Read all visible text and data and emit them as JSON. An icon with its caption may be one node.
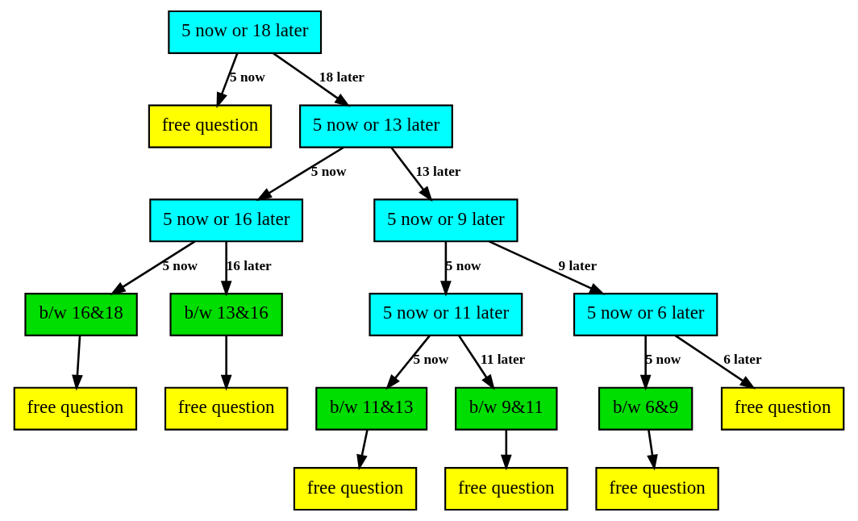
{
  "diagram": {
    "nodes": [
      {
        "text": [
          "5 now or 18 later"
        ]
      },
      {
        "text": [
          "free question"
        ]
      },
      {
        "text": [
          "free question"
        ]
      },
      {
        "text": [
          "b/w 16&18"
        ]
      },
      {
        "text": [
          "5 now or 16 later"
        ]
      },
      {
        "text": [
          "5 now or 13 later"
        ]
      },
      {
        "text": [
          "free question"
        ]
      },
      {
        "text": [
          "b/w 13&16"
        ]
      },
      {
        "text": [
          "5 now or 9 later"
        ]
      },
      {
        "text": [
          "free question"
        ]
      },
      {
        "text": [
          "b/w 11&13"
        ]
      },
      {
        "text": [
          "5 now or 11 later"
        ]
      },
      {
        "text": [
          "5 now or 6 later"
        ]
      },
      {
        "text": [
          "free question"
        ]
      },
      {
        "text": [
          "b/w 9&11"
        ]
      },
      {
        "text": [
          "free question"
        ]
      },
      {
        "text": [
          "b/w 6&9"
        ]
      },
      {
        "text": [
          "free question"
        ]
      }
    ],
    "edges": [
      {
        "from": 0,
        "to": 1,
        "arrow": "to",
        "label": "5 now"
      },
      {
        "from": 0,
        "to": 5,
        "arrow": "to",
        "label": "18 later"
      },
      {
        "from": 5,
        "to": 4,
        "arrow": "to",
        "label": "5 now"
      },
      {
        "from": 5,
        "to": 8,
        "arrow": "to",
        "label": "13 later"
      },
      {
        "from": 4,
        "to": 3,
        "arrow": "to",
        "label": "5 now"
      },
      {
        "from": 4,
        "to": 7,
        "arrow": "to",
        "label": "16 later"
      },
      {
        "from": 3,
        "to": 2,
        "arrow": "to"
      },
      {
        "from": 7,
        "to": 6,
        "arrow": "to"
      },
      {
        "from": 8,
        "to": 11,
        "arrow": "to",
        "label": "5 now"
      },
      {
        "from": 8,
        "to": 12,
        "arrow": "to",
        "label": "9 later"
      },
      {
        "from": 11,
        "to": 10,
        "arrow": "to",
        "label": "5 now"
      },
      {
        "from": 11,
        "to": 14,
        "arrow": "to",
        "label": "11 later"
      },
      {
        "from": 10,
        "to": 9,
        "arrow": "to"
      },
      {
        "from": 14,
        "to": 13,
        "arrow": "to"
      },
      {
        "from": 12,
        "to": 16,
        "arrow": "to",
        "label": "5 now"
      },
      {
        "from": 12,
        "to": 17,
        "arrow": "to",
        "label": "6 later"
      },
      {
        "from": 16,
        "to": 15,
        "arrow": "to"
      }
    ]
  }
}
